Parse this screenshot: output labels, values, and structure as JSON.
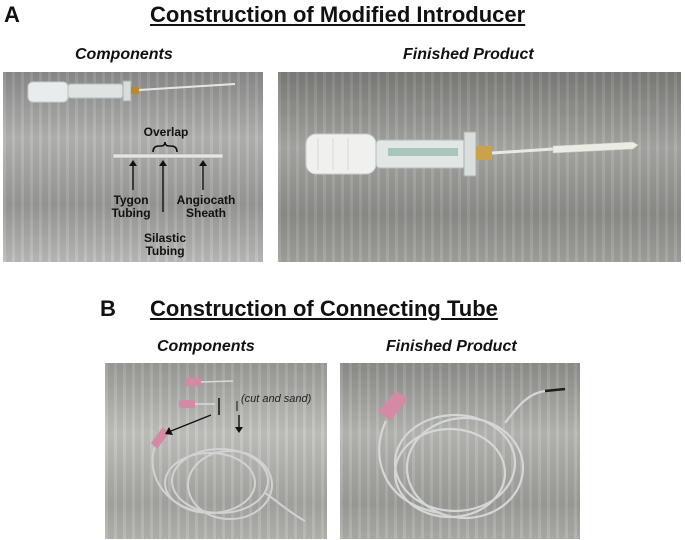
{
  "panel_a": {
    "letter": "A",
    "title": "Construction of Modified Introducer",
    "components_label": "Components",
    "finished_label": "Finished Product",
    "annotations": {
      "overlap": "Overlap",
      "tygon_line1": "Tygon",
      "tygon_line2": "Tubing",
      "angiocath_line1": "Angiocath",
      "angiocath_line2": "Sheath",
      "silastic_line1": "Silastic",
      "silastic_line2": "Tubing"
    }
  },
  "panel_b": {
    "letter": "B",
    "title": "Construction of Connecting Tube",
    "components_label": "Components",
    "finished_label": "Finished Product",
    "annotations": {
      "cut_and_sand": "(cut and sand)"
    }
  }
}
